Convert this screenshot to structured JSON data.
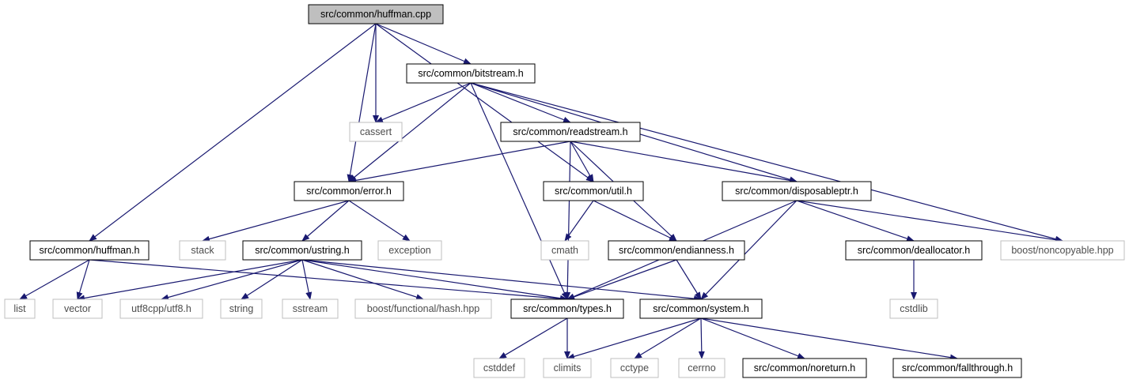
{
  "colors": {
    "edge": "#191970",
    "focus_fill": "#bfbfbf",
    "internal_border": "#000000",
    "external_border": "#bfbfbf",
    "external_text": "#4d4d4d",
    "text": "#000000"
  },
  "nodes": [
    {
      "id": "huffman_cpp",
      "label": "src/common/huffman.cpp",
      "kind": "focus"
    },
    {
      "id": "bitstream_h",
      "label": "src/common/bitstream.h",
      "kind": "internal"
    },
    {
      "id": "cassert",
      "label": "cassert",
      "kind": "external"
    },
    {
      "id": "readstream_h",
      "label": "src/common/readstream.h",
      "kind": "internal"
    },
    {
      "id": "error_h",
      "label": "src/common/error.h",
      "kind": "internal"
    },
    {
      "id": "util_h",
      "label": "src/common/util.h",
      "kind": "internal"
    },
    {
      "id": "disposableptr_h",
      "label": "src/common/disposableptr.h",
      "kind": "internal"
    },
    {
      "id": "huffman_h",
      "label": "src/common/huffman.h",
      "kind": "internal"
    },
    {
      "id": "stack",
      "label": "stack",
      "kind": "external"
    },
    {
      "id": "ustring_h",
      "label": "src/common/ustring.h",
      "kind": "internal"
    },
    {
      "id": "exception",
      "label": "exception",
      "kind": "external"
    },
    {
      "id": "cmath",
      "label": "cmath",
      "kind": "external"
    },
    {
      "id": "endianness_h",
      "label": "src/common/endianness.h",
      "kind": "internal"
    },
    {
      "id": "deallocator_h",
      "label": "src/common/deallocator.h",
      "kind": "internal"
    },
    {
      "id": "noncopyable_hpp",
      "label": "boost/noncopyable.hpp",
      "kind": "external"
    },
    {
      "id": "list",
      "label": "list",
      "kind": "external"
    },
    {
      "id": "vector",
      "label": "vector",
      "kind": "external"
    },
    {
      "id": "utf8_h",
      "label": "utf8cpp/utf8.h",
      "kind": "external"
    },
    {
      "id": "string",
      "label": "string",
      "kind": "external"
    },
    {
      "id": "sstream",
      "label": "sstream",
      "kind": "external"
    },
    {
      "id": "hash_hpp",
      "label": "boost/functional/hash.hpp",
      "kind": "external"
    },
    {
      "id": "types_h",
      "label": "src/common/types.h",
      "kind": "internal"
    },
    {
      "id": "system_h",
      "label": "src/common/system.h",
      "kind": "internal"
    },
    {
      "id": "cstdlib",
      "label": "cstdlib",
      "kind": "external"
    },
    {
      "id": "cstddef",
      "label": "cstddef",
      "kind": "external"
    },
    {
      "id": "climits",
      "label": "climits",
      "kind": "external"
    },
    {
      "id": "cctype",
      "label": "cctype",
      "kind": "external"
    },
    {
      "id": "cerrno",
      "label": "cerrno",
      "kind": "external"
    },
    {
      "id": "noreturn_h",
      "label": "src/common/noreturn.h",
      "kind": "internal"
    },
    {
      "id": "fallthrough_h",
      "label": "src/common/fallthrough.h",
      "kind": "internal"
    }
  ],
  "edges": [
    [
      "huffman_cpp",
      "bitstream_h"
    ],
    [
      "huffman_cpp",
      "cassert"
    ],
    [
      "huffman_cpp",
      "error_h"
    ],
    [
      "huffman_cpp",
      "util_h"
    ],
    [
      "huffman_cpp",
      "huffman_h"
    ],
    [
      "bitstream_h",
      "cassert"
    ],
    [
      "bitstream_h",
      "readstream_h"
    ],
    [
      "bitstream_h",
      "error_h"
    ],
    [
      "bitstream_h",
      "disposableptr_h"
    ],
    [
      "bitstream_h",
      "noncopyable_hpp"
    ],
    [
      "bitstream_h",
      "types_h"
    ],
    [
      "readstream_h",
      "error_h"
    ],
    [
      "readstream_h",
      "util_h"
    ],
    [
      "readstream_h",
      "disposableptr_h"
    ],
    [
      "readstream_h",
      "endianness_h"
    ],
    [
      "readstream_h",
      "types_h"
    ],
    [
      "error_h",
      "stack"
    ],
    [
      "error_h",
      "ustring_h"
    ],
    [
      "error_h",
      "exception"
    ],
    [
      "util_h",
      "cmath"
    ],
    [
      "util_h",
      "endianness_h"
    ],
    [
      "disposableptr_h",
      "deallocator_h"
    ],
    [
      "disposableptr_h",
      "noncopyable_hpp"
    ],
    [
      "disposableptr_h",
      "types_h"
    ],
    [
      "disposableptr_h",
      "system_h"
    ],
    [
      "huffman_h",
      "list"
    ],
    [
      "huffman_h",
      "vector"
    ],
    [
      "huffman_h",
      "types_h"
    ],
    [
      "ustring_h",
      "vector"
    ],
    [
      "ustring_h",
      "utf8_h"
    ],
    [
      "ustring_h",
      "string"
    ],
    [
      "ustring_h",
      "sstream"
    ],
    [
      "ustring_h",
      "hash_hpp"
    ],
    [
      "ustring_h",
      "types_h"
    ],
    [
      "ustring_h",
      "system_h"
    ],
    [
      "endianness_h",
      "types_h"
    ],
    [
      "endianness_h",
      "system_h"
    ],
    [
      "deallocator_h",
      "cstdlib"
    ],
    [
      "types_h",
      "cstddef"
    ],
    [
      "types_h",
      "climits"
    ],
    [
      "system_h",
      "climits"
    ],
    [
      "system_h",
      "cctype"
    ],
    [
      "system_h",
      "cerrno"
    ],
    [
      "system_h",
      "noreturn_h"
    ],
    [
      "system_h",
      "fallthrough_h"
    ]
  ]
}
